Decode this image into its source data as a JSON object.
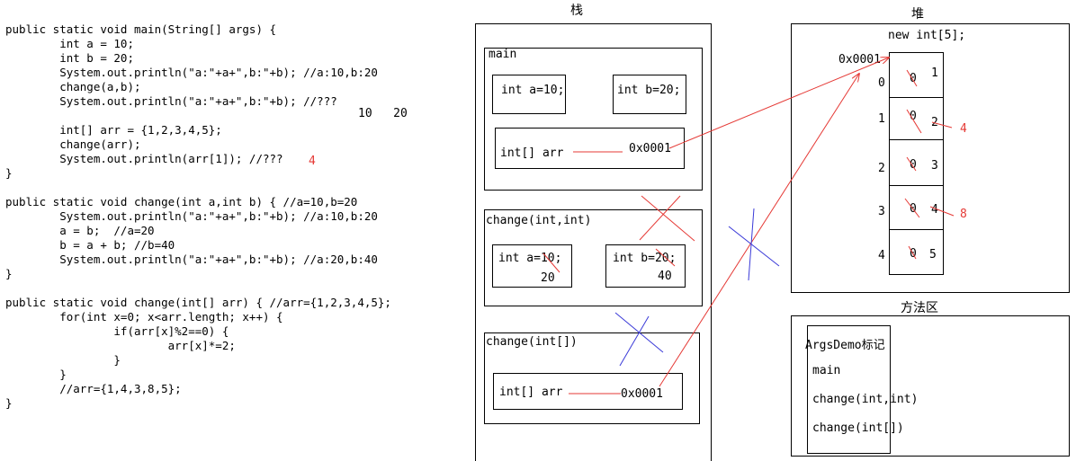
{
  "code": {
    "lines": [
      "public static void main(String[] args) {",
      "        int a = 10;",
      "        int b = 20;",
      "        System.out.println(\"a:\"+a+\",b:\"+b); //a:10,b:20",
      "        change(a,b);",
      "        System.out.println(\"a:\"+a+\",b:\"+b); //???",
      "",
      "        int[] arr = {1,2,3,4,5};",
      "        change(arr);",
      "        System.out.println(arr[1]); //???",
      "}",
      "",
      "public static void change(int a,int b) { //a=10,b=20",
      "        System.out.println(\"a:\"+a+\",b:\"+b); //a:10,b:20",
      "        a = b;  //a=20",
      "        b = a + b; //b=40",
      "        System.out.println(\"a:\"+a+\",b:\"+b); //a:20,b:40",
      "}",
      "",
      "public static void change(int[] arr) { //arr={1,2,3,4,5};",
      "        for(int x=0; x<arr.length; x++) {",
      "                if(arr[x]%2==0) {",
      "                        arr[x]*=2;",
      "                }",
      "        }",
      "        //arr={1,4,3,8,5};",
      "}"
    ],
    "answer_ab": "10   20",
    "answer_arr": "4"
  },
  "stack": {
    "title": "栈",
    "main_frame": {
      "label": "main",
      "var_a": "int a=10;",
      "var_b": "int b=20;",
      "var_arr": "int[] arr",
      "arr_ref": "0x0001"
    },
    "change_int_frame": {
      "label": "change(int,int)",
      "var_a": "int a=10;",
      "var_a_new": "20",
      "var_b": "int b=20;",
      "var_b_new": "40"
    },
    "change_arr_frame": {
      "label": "change(int[])",
      "var_arr": "int[] arr",
      "arr_ref": "0x0001"
    }
  },
  "heap": {
    "title": "堆",
    "array_label": "new int[5];",
    "address": "0x0001",
    "indices": [
      "0",
      "1",
      "2",
      "3",
      "4"
    ],
    "initial": [
      "0",
      "0",
      "0",
      "0",
      "0"
    ],
    "values": [
      "1",
      "2",
      "3",
      "4",
      "5"
    ],
    "doubled": [
      "",
      "4",
      "",
      "8",
      ""
    ]
  },
  "method_area": {
    "title": "方法区",
    "class_label": "ArgsDemo标记",
    "methods": [
      "main",
      "change(int,int)",
      "change(int[])"
    ]
  },
  "colors": {
    "annotation": "#e53935",
    "cross_blue": "#3a3ad8"
  }
}
